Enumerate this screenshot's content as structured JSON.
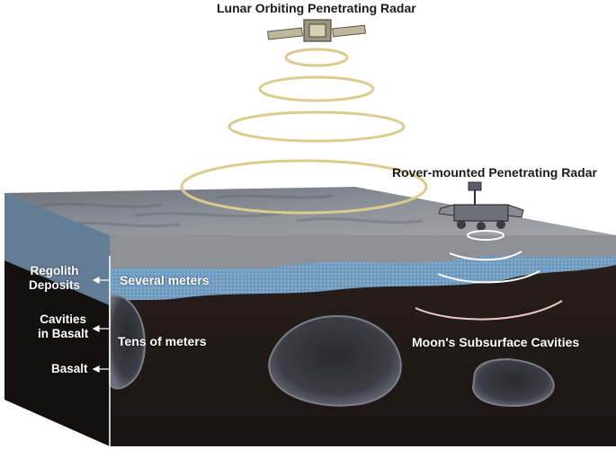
{
  "labels": {
    "orbiter": "Lunar Orbiting Penetrating Radar",
    "rover": "Rover-mounted Penetrating Radar",
    "regolith_line1": "Regolith",
    "regolith_line2": "Deposits",
    "cavities_line1": "Cavities",
    "cavities_line2": "in Basalt",
    "basalt": "Basalt",
    "several_meters": "Several meters",
    "tens_of_meters": "Tens of meters",
    "subsurface_cavities": "Moon's Subsurface Cavities"
  },
  "colors": {
    "radar_rings": "#dccb8e",
    "rover_waves": "#ffffff",
    "cavity_wave": "#f2c7c7",
    "lunar_surface": "#8b8f96",
    "regolith_layer": "#7fa6c6",
    "basalt": "#1f1816",
    "cavity": "#3a3a40"
  }
}
